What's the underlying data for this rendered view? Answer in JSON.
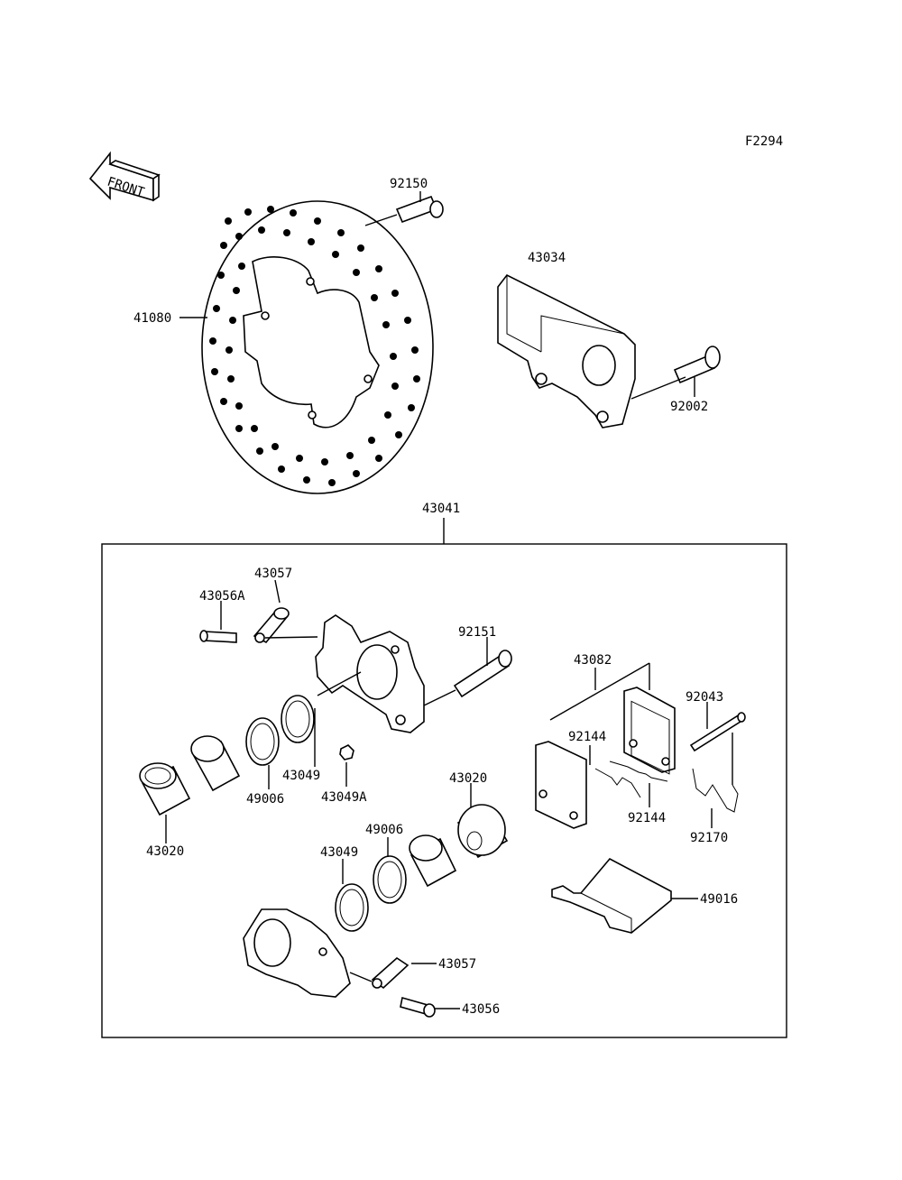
{
  "figure_code": "F2294",
  "front_arrow_text": "FRONT",
  "labels": {
    "p92150": "92150",
    "p41080": "41080",
    "p43034": "43034",
    "p92002": "92002",
    "p43041": "43041",
    "p43057_top": "43057",
    "p43056A": "43056A",
    "p92151": "92151",
    "p43082": "43082",
    "p92043": "92043",
    "p92144_top": "92144",
    "p92144_bottom": "92144",
    "p92170": "92170",
    "p43049_top": "43049",
    "p49006_top": "49006",
    "p43049A": "43049A",
    "p43020_left": "43020",
    "p43020_right": "43020",
    "p49006_bottom": "49006",
    "p43049_bottom": "43049",
    "p49016": "49016",
    "p43057_bottom": "43057",
    "p43056": "43056"
  }
}
